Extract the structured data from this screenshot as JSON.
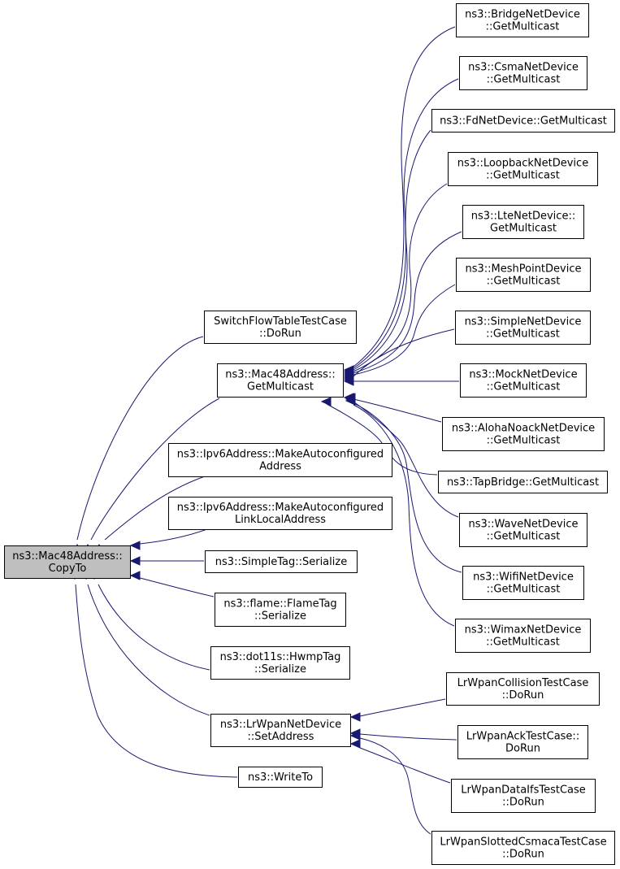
{
  "diagram": {
    "type": "doxygen-caller-graph",
    "colors": {
      "edge": "#191970",
      "root_fill": "#bfbfbf",
      "node_fill": "#ffffff",
      "node_border": "#000000"
    },
    "nodes": [
      {
        "id": "copyto",
        "lines": [
          "ns3::Mac48Address::",
          "CopyTo"
        ],
        "root": true
      },
      {
        "id": "switchflow",
        "lines": [
          "SwitchFlowTableTestCase",
          "::DoRun"
        ]
      },
      {
        "id": "getmulticast",
        "lines": [
          "ns3::Mac48Address::",
          "GetMulticast"
        ]
      },
      {
        "id": "ipv6auto",
        "lines": [
          "ns3::Ipv6Address::MakeAutoconfigured",
          "Address"
        ]
      },
      {
        "id": "ipv6linklocal",
        "lines": [
          "ns3::Ipv6Address::MakeAutoconfigured",
          "LinkLocalAddress"
        ]
      },
      {
        "id": "simpletag",
        "lines": [
          "ns3::SimpleTag::Serialize"
        ]
      },
      {
        "id": "flametag",
        "lines": [
          "ns3::flame::FlameTag",
          "::Serialize"
        ]
      },
      {
        "id": "hwmptag",
        "lines": [
          "ns3::dot11s::HwmpTag",
          "::Serialize"
        ]
      },
      {
        "id": "lrwpansetaddr",
        "lines": [
          "ns3::LrWpanNetDevice",
          "::SetAddress"
        ]
      },
      {
        "id": "writeto",
        "lines": [
          "ns3::WriteTo"
        ]
      },
      {
        "id": "bridge",
        "lines": [
          "ns3::BridgeNetDevice",
          "::GetMulticast"
        ]
      },
      {
        "id": "csma",
        "lines": [
          "ns3::CsmaNetDevice",
          "::GetMulticast"
        ]
      },
      {
        "id": "fd",
        "lines": [
          "ns3::FdNetDevice::GetMulticast"
        ]
      },
      {
        "id": "loopback",
        "lines": [
          "ns3::LoopbackNetDevice",
          "::GetMulticast"
        ]
      },
      {
        "id": "lte",
        "lines": [
          "ns3::LteNetDevice::",
          "GetMulticast"
        ]
      },
      {
        "id": "meshpoint",
        "lines": [
          "ns3::MeshPointDevice",
          "::GetMulticast"
        ]
      },
      {
        "id": "simplenet",
        "lines": [
          "ns3::SimpleNetDevice",
          "::GetMulticast"
        ]
      },
      {
        "id": "mock",
        "lines": [
          "ns3::MockNetDevice",
          "::GetMulticast"
        ]
      },
      {
        "id": "aloha",
        "lines": [
          "ns3::AlohaNoackNetDevice",
          "::GetMulticast"
        ]
      },
      {
        "id": "tapbridge",
        "lines": [
          "ns3::TapBridge::GetMulticast"
        ]
      },
      {
        "id": "wave",
        "lines": [
          "ns3::WaveNetDevice",
          "::GetMulticast"
        ]
      },
      {
        "id": "wifi",
        "lines": [
          "ns3::WifiNetDevice",
          "::GetMulticast"
        ]
      },
      {
        "id": "wimax",
        "lines": [
          "ns3::WimaxNetDevice",
          "::GetMulticast"
        ]
      },
      {
        "id": "lrcollision",
        "lines": [
          "LrWpanCollisionTestCase",
          "::DoRun"
        ]
      },
      {
        "id": "lrack",
        "lines": [
          "LrWpanAckTestCase::",
          "DoRun"
        ]
      },
      {
        "id": "lrdataifs",
        "lines": [
          "LrWpanDataIfsTestCase",
          "::DoRun"
        ]
      },
      {
        "id": "lrslotted",
        "lines": [
          "LrWpanSlottedCsmacaTestCase",
          "::DoRun"
        ]
      }
    ],
    "edges": [
      {
        "from": "switchflow",
        "to": "copyto"
      },
      {
        "from": "getmulticast",
        "to": "copyto"
      },
      {
        "from": "ipv6auto",
        "to": "copyto"
      },
      {
        "from": "ipv6linklocal",
        "to": "copyto"
      },
      {
        "from": "simpletag",
        "to": "copyto"
      },
      {
        "from": "flametag",
        "to": "copyto"
      },
      {
        "from": "hwmptag",
        "to": "copyto"
      },
      {
        "from": "lrwpansetaddr",
        "to": "copyto"
      },
      {
        "from": "writeto",
        "to": "copyto"
      },
      {
        "from": "bridge",
        "to": "getmulticast"
      },
      {
        "from": "csma",
        "to": "getmulticast"
      },
      {
        "from": "fd",
        "to": "getmulticast"
      },
      {
        "from": "loopback",
        "to": "getmulticast"
      },
      {
        "from": "lte",
        "to": "getmulticast"
      },
      {
        "from": "meshpoint",
        "to": "getmulticast"
      },
      {
        "from": "simplenet",
        "to": "getmulticast"
      },
      {
        "from": "mock",
        "to": "getmulticast"
      },
      {
        "from": "aloha",
        "to": "getmulticast"
      },
      {
        "from": "tapbridge",
        "to": "getmulticast"
      },
      {
        "from": "wave",
        "to": "getmulticast"
      },
      {
        "from": "wifi",
        "to": "getmulticast"
      },
      {
        "from": "wimax",
        "to": "getmulticast"
      },
      {
        "from": "lrcollision",
        "to": "lrwpansetaddr"
      },
      {
        "from": "lrack",
        "to": "lrwpansetaddr"
      },
      {
        "from": "lrdataifs",
        "to": "lrwpansetaddr"
      },
      {
        "from": "lrslotted",
        "to": "lrwpansetaddr"
      }
    ]
  }
}
